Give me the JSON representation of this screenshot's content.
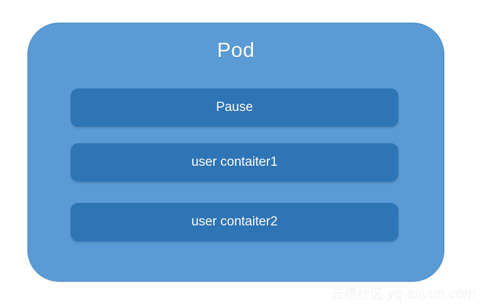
{
  "diagram": {
    "title": "Pod",
    "type": "kubernetes-pod-architecture",
    "outer_box": {
      "label": "Pod",
      "fill_color": "#5B9BD5",
      "border_color": "#4A8AC4"
    },
    "children": [
      {
        "label": "Pause",
        "fill_color": "#2E75B6"
      },
      {
        "label": "user contaiter1",
        "fill_color": "#2E75B6"
      },
      {
        "label": "user contaiter2",
        "fill_color": "#2E75B6"
      }
    ]
  },
  "watermark": {
    "site_name": "云栖社区",
    "url": "yq.aliyun.com"
  }
}
